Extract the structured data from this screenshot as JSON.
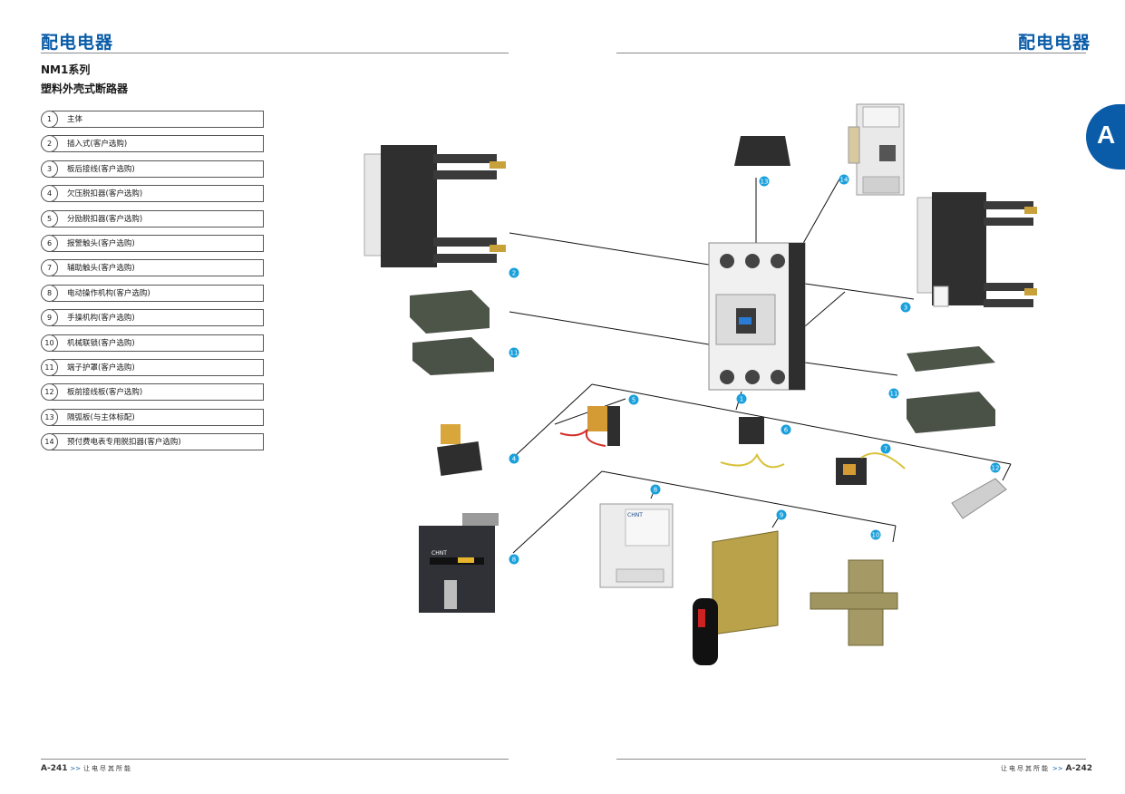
{
  "header": {
    "left_title": "配电电器",
    "right_title": "配电电器"
  },
  "product": {
    "series": "NM1系列",
    "name": "塑料外壳式断路器"
  },
  "section_tab": "A",
  "legend": [
    {
      "num": "1",
      "label": "主体"
    },
    {
      "num": "2",
      "label": "插入式(客户选购)"
    },
    {
      "num": "3",
      "label": "板后接线(客户选购)"
    },
    {
      "num": "4",
      "label": "欠压脱扣器(客户选购)"
    },
    {
      "num": "5",
      "label": "分励脱扣器(客户选购)"
    },
    {
      "num": "6",
      "label": "报警触头(客户选购)"
    },
    {
      "num": "7",
      "label": "辅助触头(客户选购)"
    },
    {
      "num": "8",
      "label": "电动操作机构(客户选购)"
    },
    {
      "num": "9",
      "label": "手操机构(客户选购)"
    },
    {
      "num": "10",
      "label": "机械联锁(客户选购)"
    },
    {
      "num": "11",
      "label": "端子护罩(客户选购)"
    },
    {
      "num": "12",
      "label": "板前接线板(客户选购)"
    },
    {
      "num": "13",
      "label": "隔弧板(与主体标配)"
    },
    {
      "num": "14",
      "label": "预付费电表专用脱扣器(客户选购)"
    }
  ],
  "callouts": {
    "c1": "1",
    "c2": "2",
    "c3": "3",
    "c4": "4",
    "c5": "5",
    "c6": "6",
    "c7": "7",
    "c8": "8",
    "c9": "9",
    "c10": "10",
    "c11a": "11",
    "c11b": "11",
    "c12": "12",
    "c13": "13",
    "c14": "14"
  },
  "brand": "CHNT",
  "footer": {
    "left_page": "A-241",
    "left_arrows": ">>",
    "left_slogan": "让电尽其所能",
    "right_slogan": "让电尽其所能",
    "right_arrows": ">>",
    "right_page": "A-242"
  },
  "colors": {
    "accent": "#0a5ca8",
    "callout": "#1aa0dc"
  }
}
